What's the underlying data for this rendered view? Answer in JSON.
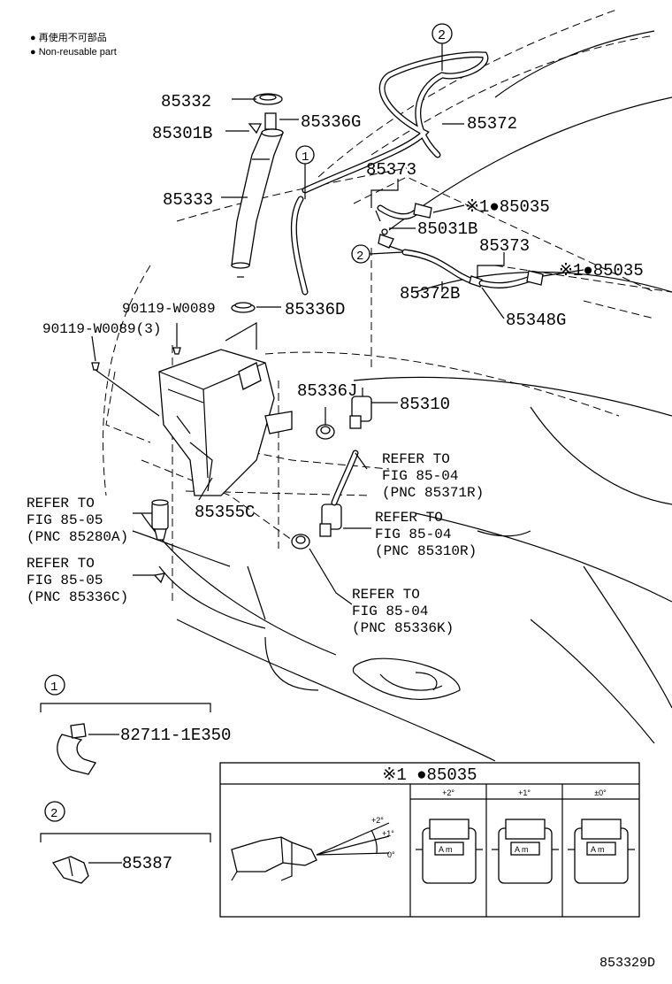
{
  "legend": {
    "line_ja": "● 再使用不可部品",
    "line_en": "● Non-reusable part"
  },
  "callouts": {
    "c1": "1",
    "c2": "2"
  },
  "labels": {
    "p85332": "85332",
    "p85301B": "85301B",
    "p85336G": "85336G",
    "p85372": "85372",
    "p85333": "85333",
    "p85373a": "85373",
    "p85035a": "※1●85035",
    "p85031B": "85031B",
    "p85373b": "85373",
    "p85035b": "※1●85035",
    "p85372B": "85372B",
    "p85348G": "85348G",
    "p90119a": "90119-W0089",
    "p85336D": "85336D",
    "p90119b": "90119-W0089(3)",
    "p85336J": "85336J",
    "p85310": "85310",
    "p85355C": "85355C",
    "ref1_l1": "REFER TO",
    "ref1_l2": "FIG 85-04",
    "ref1_l3": "(PNC 85371R)",
    "ref2_l1": "REFER TO",
    "ref2_l2": "FIG 85-04",
    "ref2_l3": "(PNC 85310R)",
    "ref3_l1": "REFER TO",
    "ref3_l2": "FIG 85-04",
    "ref3_l3": "(PNC 85336K)",
    "ref4_l1": "REFER TO",
    "ref4_l2": "FIG 85-05",
    "ref4_l3": "(PNC 85280A)",
    "ref5_l1": "REFER TO",
    "ref5_l2": "FIG 85-05",
    "ref5_l3": "(PNC 85336C)"
  },
  "sub_parts": {
    "s1_part": "82711-1E350",
    "s2_part": "85387"
  },
  "inset": {
    "title": "※1 ●85035",
    "col1": "+2°",
    "col2": "+1°",
    "col3": "±0°",
    "angle1": "+2°",
    "angle2": "+1°",
    "angle3": "0°",
    "stamp1": "A m",
    "stamp2": "A m",
    "stamp3": "A m"
  },
  "figure_id": "853329D"
}
